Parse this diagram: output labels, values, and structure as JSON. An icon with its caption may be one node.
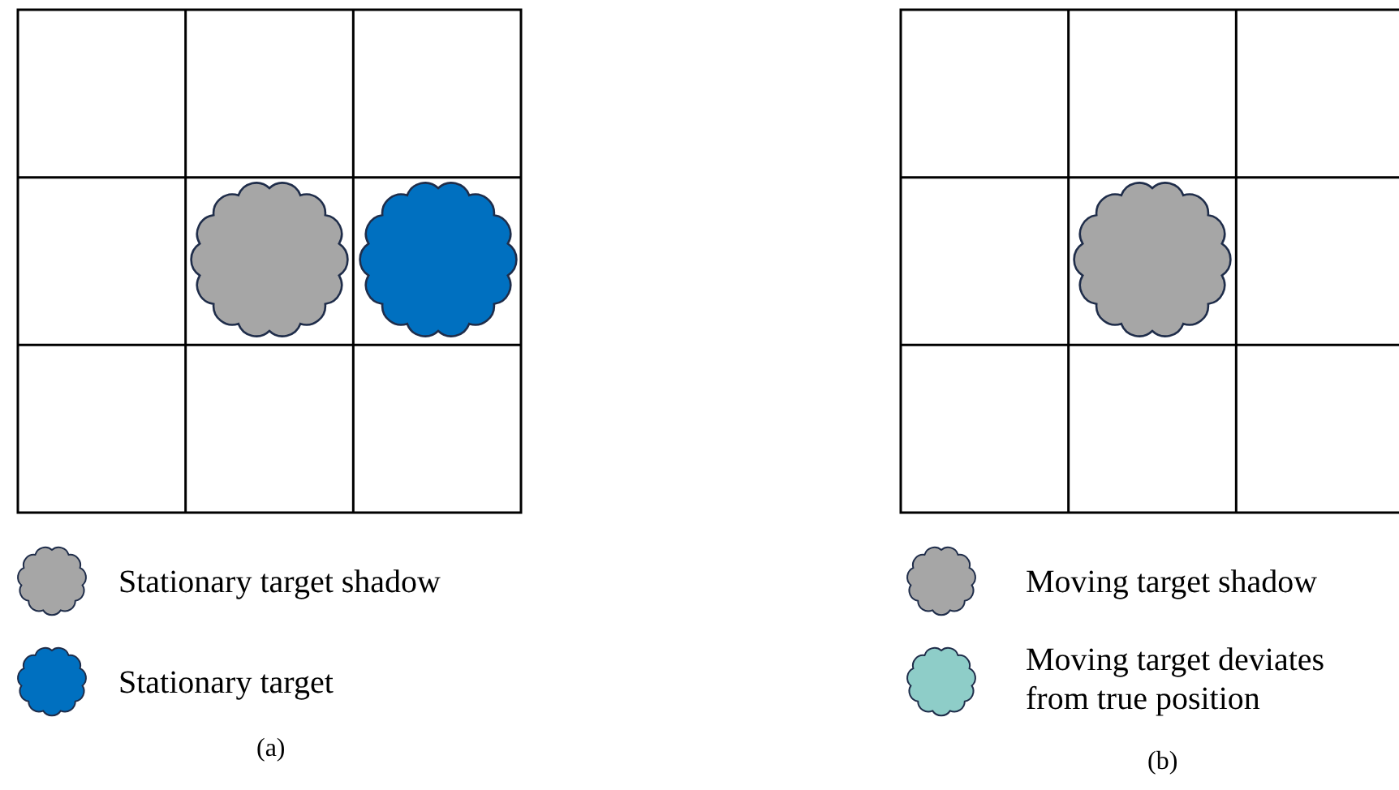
{
  "diagram": {
    "labels": [
      "(a)",
      "(b)"
    ],
    "legend": [
      {
        "text": "Stationary target shadow",
        "color": "#a6a6a6"
      },
      {
        "text": "Stationary target",
        "color": "#0070c0"
      },
      {
        "text": "Moving target shadow",
        "color": "#a6a6a6"
      },
      {
        "text": "Moving target deviates from true position",
        "color": "#8ecdc8"
      }
    ]
  }
}
